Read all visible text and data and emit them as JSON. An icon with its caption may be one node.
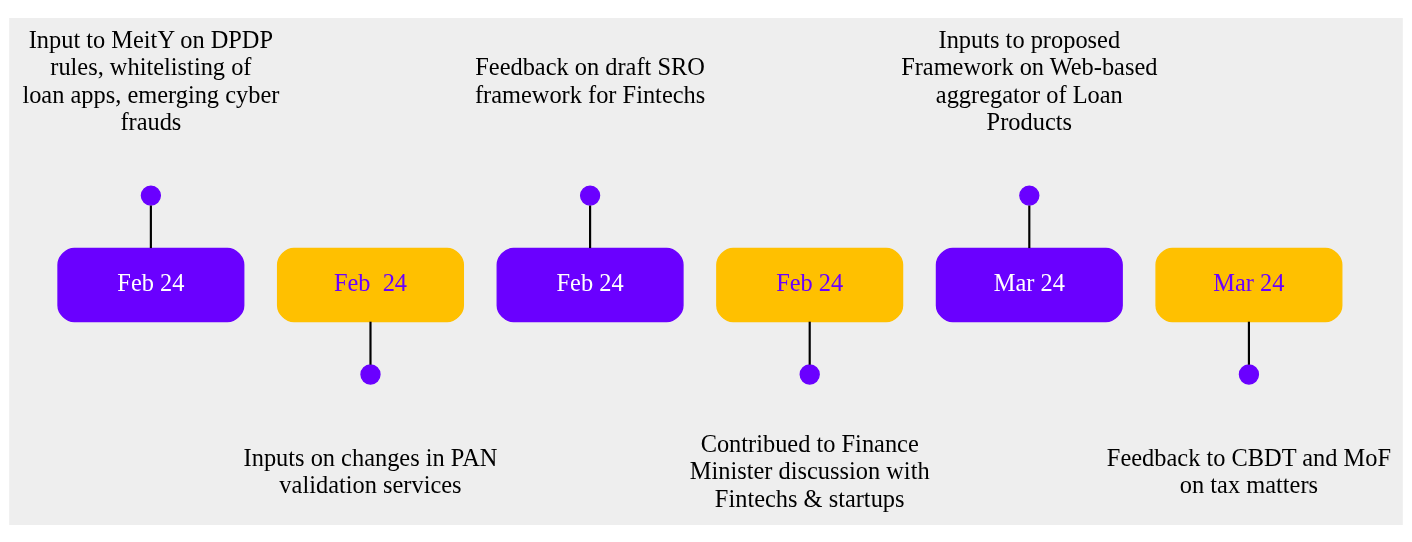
{
  "diagram": {
    "nodes": [
      {
        "text": [
          "Feb 24"
        ]
      },
      {
        "text": [
          "Feb  24"
        ]
      },
      {
        "text": [
          "Feb 24"
        ]
      },
      {
        "text": [
          "Feb 24"
        ]
      },
      {
        "text": [
          "Mar 24"
        ]
      },
      {
        "text": [
          "Mar 24"
        ]
      },
      {
        "text": [],
        "shape": "circle",
        "beside": [
          "Input to MeitY on DPDP rules, whitelisting of loan apps, emerging cyber frauds"
        ]
      },
      {
        "text": [],
        "shape": "circle",
        "beside": [
          "Inputs on changes in PAN validation services"
        ]
      },
      {
        "text": [],
        "shape": "circle",
        "beside": [
          "Feedback on draft SRO framework for Fintechs"
        ]
      },
      {
        "text": [],
        "shape": "circle",
        "beside": [
          "Contribued to Finance Minister discussion with Fintechs & startups"
        ]
      },
      {
        "text": [],
        "shape": "circle",
        "beside": [
          "Inputs to proposed Framework on Web-based aggregator of Loan Products"
        ]
      },
      {
        "text": [],
        "shape": "circle",
        "beside": [
          "Feedback to CBDT and MoF on tax matters"
        ]
      }
    ],
    "edges": [
      {
        "from": 6,
        "to": 0,
        "arrow": "none"
      },
      {
        "from": 1,
        "to": 7,
        "arrow": "none"
      },
      {
        "from": 8,
        "to": 2,
        "arrow": "none"
      },
      {
        "from": 3,
        "to": 9,
        "arrow": "none"
      },
      {
        "from": 10,
        "to": 4,
        "arrow": "none"
      },
      {
        "from": 5,
        "to": 11,
        "arrow": "none"
      }
    ]
  }
}
